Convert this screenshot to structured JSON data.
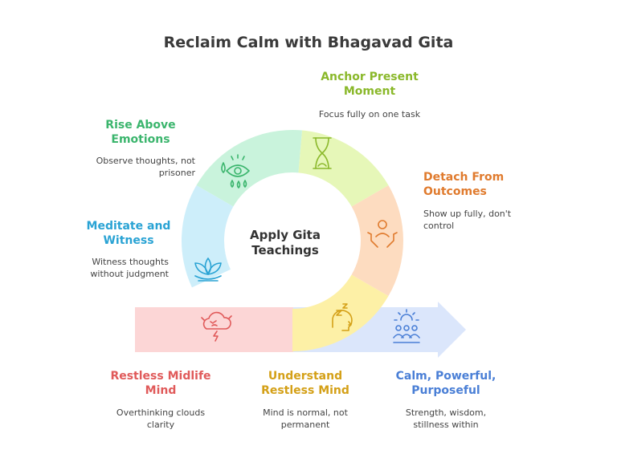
{
  "title": "Reclaim Calm with Bhagavad Gita",
  "center": {
    "line1": "Apply Gita",
    "line2": "Teachings"
  },
  "steps": [
    {
      "heading_l1": "Restless Midlife",
      "heading_l2": "Mind",
      "desc_l1": "Overthinking clouds",
      "desc_l2": "clarity",
      "color": "#e05a5a",
      "fill": "#fcd6d6",
      "icon": "storm-cloud-icon"
    },
    {
      "heading_l1": "Understand",
      "heading_l2": "Restless Mind",
      "desc_l1": "Mind is normal, not",
      "desc_l2": "permanent",
      "color": "#d4a017",
      "fill": "#fdf0a6",
      "icon": "head-zz-icon"
    },
    {
      "heading_l1": "Detach From",
      "heading_l2": "Outcomes",
      "desc_l1": "Show up fully, don't",
      "desc_l2": "control",
      "color": "#e07b2e",
      "fill": "#fddcc0",
      "icon": "open-hands-icon"
    },
    {
      "heading_l1": "Anchor Present",
      "heading_l2": "Moment",
      "desc_l1": "Focus fully on one task",
      "desc_l2": "",
      "color": "#8ab82a",
      "fill": "#e6f7b8",
      "icon": "hourglass-icon"
    },
    {
      "heading_l1": "Rise Above",
      "heading_l2": "Emotions",
      "desc_l1": "Observe thoughts, not",
      "desc_l2": "prisoner",
      "color": "#3bb56d",
      "fill": "#c9f3dc",
      "icon": "crying-eye-icon"
    },
    {
      "heading_l1": "Meditate and",
      "heading_l2": "Witness",
      "desc_l1": "Witness thoughts",
      "desc_l2": "without judgment",
      "color": "#2aa3d4",
      "fill": "#cdeefa",
      "icon": "lotus-icon"
    },
    {
      "heading_l1": "Calm, Powerful,",
      "heading_l2": "Purposeful",
      "desc_l1": "Strength, wisdom,",
      "desc_l2": "stillness within",
      "color": "#4a7fd6",
      "fill": "#dbe6fb",
      "icon": "group-sun-icon"
    }
  ]
}
